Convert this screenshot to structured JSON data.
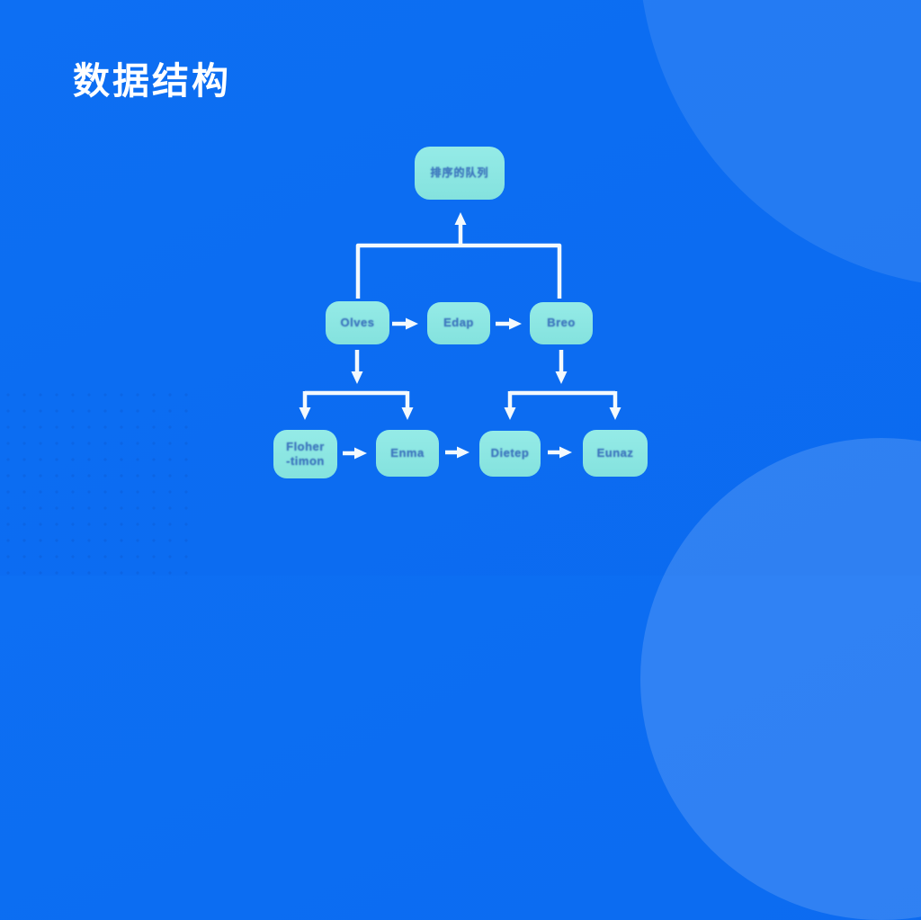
{
  "slide": {
    "title": "数据结构"
  },
  "palette": {
    "background": "#0c6cf1",
    "node_fill": "#8ce7e3",
    "node_text": "#4079c0",
    "arrow": "#f3f9fd",
    "title_color": "#ffffff",
    "decor_circle": "#3c85ef"
  },
  "diagram": {
    "root": {
      "label": "排序的队列"
    },
    "middle_row": [
      {
        "label": "Olves"
      },
      {
        "label": "Edap"
      },
      {
        "label": "Breo"
      }
    ],
    "bottom_row": [
      {
        "label_line1": "Floher",
        "label_line2": "-timon"
      },
      {
        "label": "Enma"
      },
      {
        "label": "Dietep"
      },
      {
        "label": "Eunaz"
      }
    ]
  }
}
